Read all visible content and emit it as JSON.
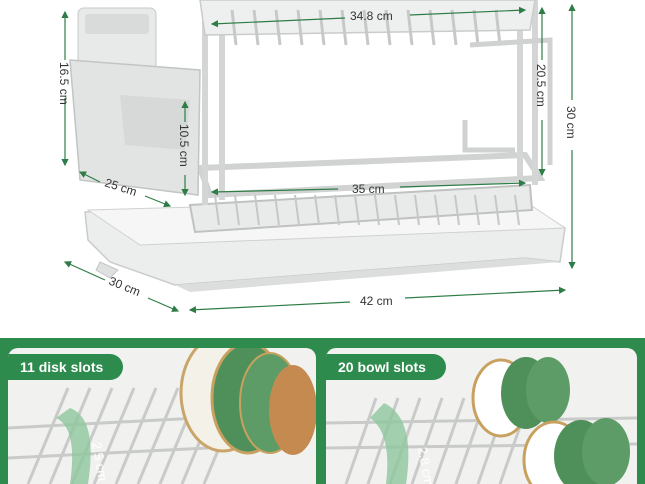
{
  "dimensions": {
    "top_width": "34.8 cm",
    "left_height": "16.5 cm",
    "mid_height": "10.5 cm",
    "right_height": "20.5 cm",
    "total_height": "30 cm",
    "holder_depth": "25 cm",
    "tier_width": "35 cm",
    "depth": "30 cm",
    "base_width": "42 cm"
  },
  "panels": {
    "left": {
      "title": "11 disk slots",
      "gap": "2.5 cm"
    },
    "right": {
      "title": "20 bowl slots",
      "gap": "2.8 cm"
    }
  },
  "colors": {
    "accent_green": "#2f8a4d",
    "dim_line": "#2e7d46",
    "rack": "#e6e8e6",
    "rack_edge": "#c3c6c4",
    "plate_green": "#4f8f5a"
  }
}
